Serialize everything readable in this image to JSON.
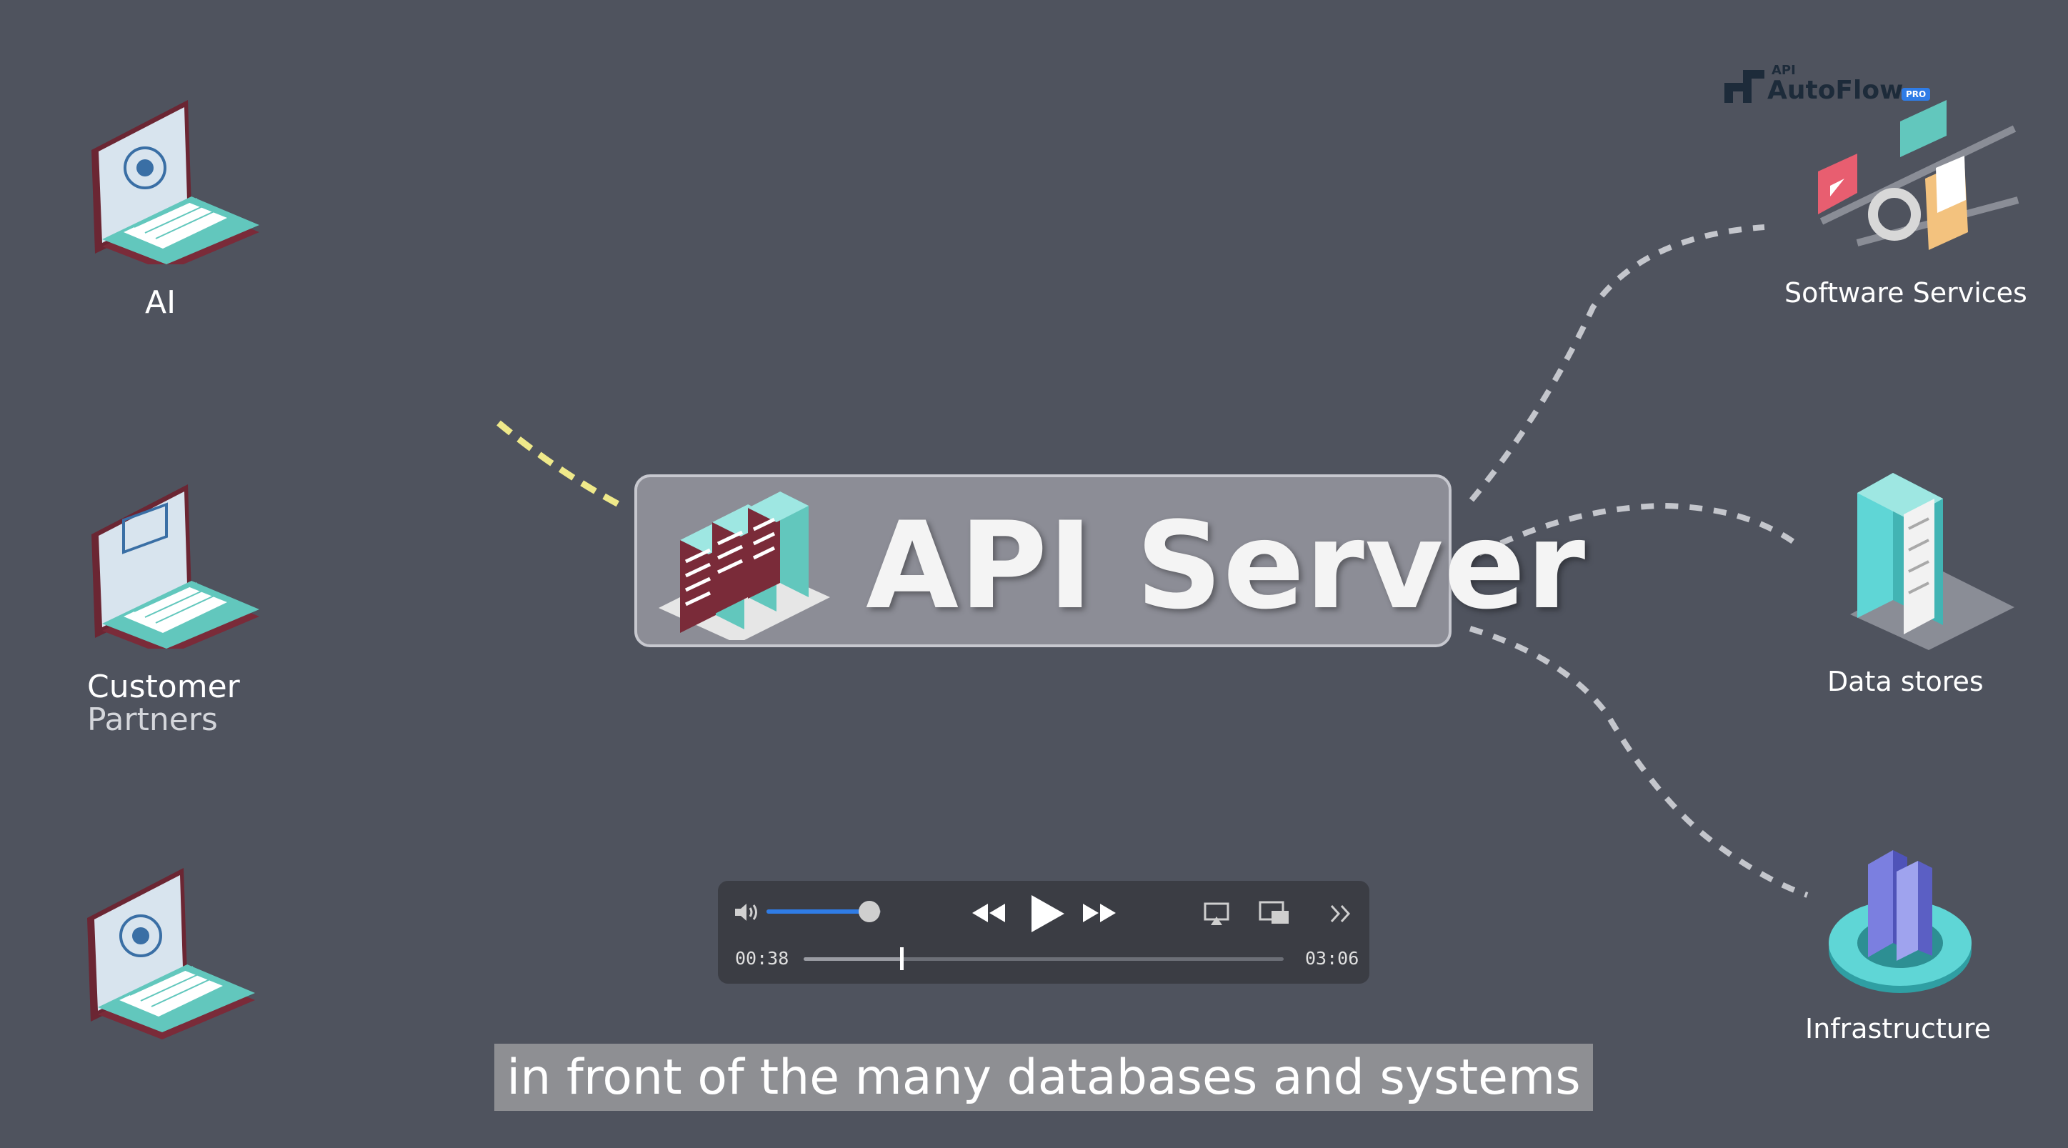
{
  "clients": [
    {
      "label": "AI",
      "sublabel": ""
    },
    {
      "label": "Customer",
      "sublabel": "Partners"
    },
    {
      "label": "",
      "sublabel": ""
    }
  ],
  "center": {
    "title": "API Server"
  },
  "brand": {
    "small": "API",
    "name": "AutoFlow",
    "badge": "PRO"
  },
  "services": [
    {
      "label": "Software Services"
    },
    {
      "label": "Data stores"
    },
    {
      "label": "Infrastructure"
    }
  ],
  "player": {
    "current_time": "00:38",
    "duration": "03:06",
    "progress_fraction": 0.204,
    "volume_fraction": 0.9
  },
  "caption": {
    "text": "in front of the many databases and systems"
  },
  "colors": {
    "background": "#4f535e",
    "yellow_link": "#efe98a",
    "grey_link": "#c4c6cc",
    "accent_blue": "#2f7ce6",
    "teal": "#5fd6d6"
  }
}
